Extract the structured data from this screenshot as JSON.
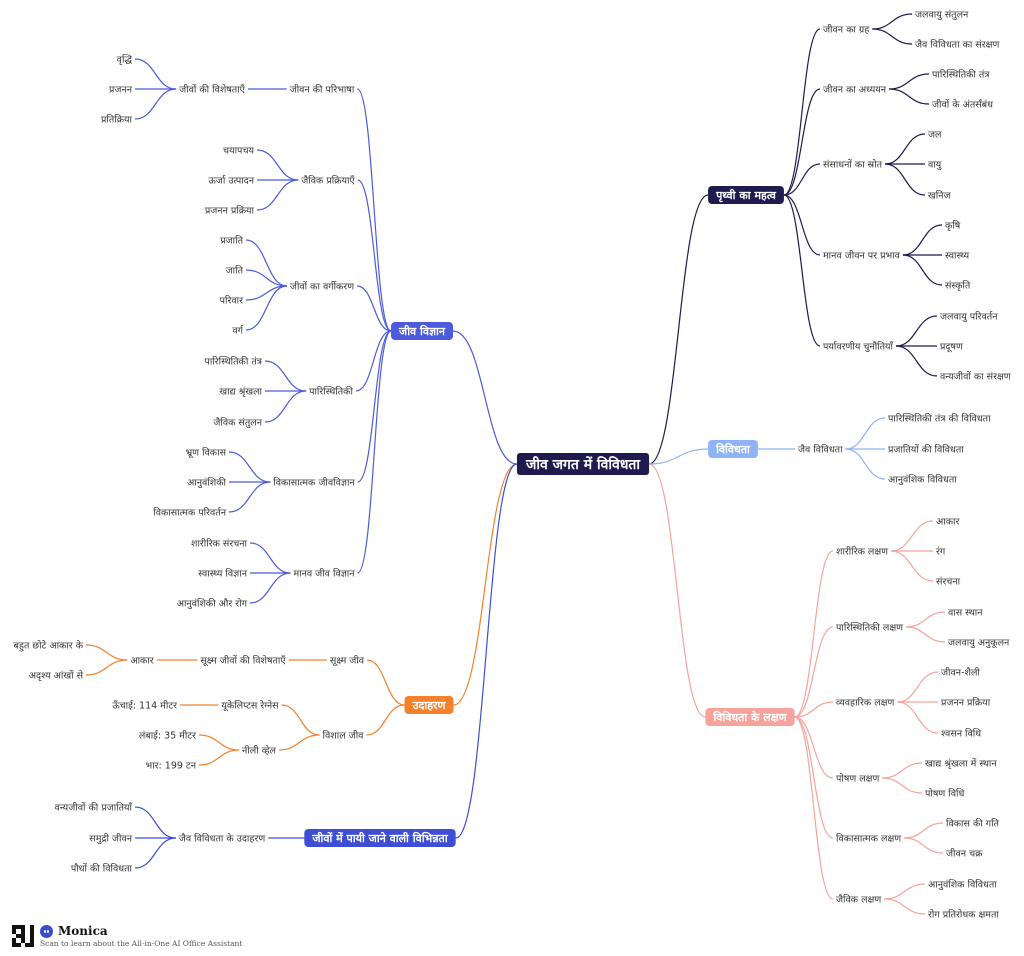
{
  "mindmap": {
    "root": "जीव जगत में विविधता",
    "branches": {
      "jeev_vigyan": {
        "label": "जीव विज्ञान",
        "color": "#4b5bdc",
        "children": {
          "jeevan_paribhasha": "जीवन की परिभाषा",
          "jeevon_visheshtayen": "जीवों की विशेषताएँ",
          "vriddhi": "वृद्धि",
          "prajanan": "प्रजनन",
          "pratikriya": "प्रतिक्रिया",
          "jaivik_prakriyayen": "जैविक प्रक्रियाएँ",
          "chayapachay": "चयापचय",
          "urja_utpadan": "ऊर्जा उत्पादन",
          "prajanan_prakriya": "प्रजनन प्रक्रिया",
          "vargikaran": "जीवों का वर्गीकरण",
          "prajati": "प्रजाति",
          "jati": "जाति",
          "parivar": "परिवार",
          "varg": "वर्ग",
          "paristhitiki": "पारिस्थितिकी",
          "paristhitiki_tantra": "पारिस्थितिकी तंत्र",
          "khadya_shrinkhala": "खाद्य श्रृंखला",
          "jaivik_santulan": "जैविक संतुलन",
          "vikasatmak_jeevvigyan": "विकासात्मक जीवविज्ञान",
          "bhroon_vikas": "भ्रूण विकास",
          "anuvanshiki": "आनुवंशिकी",
          "vikasatmak_parivartan": "विकासात्मक परिवर्तन",
          "manav_jeev_vigyan": "मानव जीव विज्ञान",
          "sharirik_sanrachna": "शारीरिक संरचना",
          "swasthya_vigyan": "स्वास्थ्य विज्ञान",
          "anuvanshiki_rog": "आनुवंशिकी और रोग"
        }
      },
      "udaharan": {
        "label": "उदाहरण",
        "color": "#f5812d",
        "children": {
          "sookshma_jeev": "सूक्ष्म जीव",
          "sookshma_visheshtayen": "सूक्ष्म जीवों की विशेषताएँ",
          "aakar": "आकार",
          "bahut_chhote": "बहुत छोटे आकार के",
          "adrishya": "अदृश्य आंखों से",
          "vishal_jeev": "विशाल जीव",
          "eucalyptus": "यूकेलिप्टस रेग्नेस",
          "oonchai": "ऊँचाई: 114 मीटर",
          "neeli_whale": "नीली व्हेल",
          "lambai": "लंबाई: 35 मीटर",
          "bhar": "भार: 199 टन"
        }
      },
      "vibhinnata": {
        "label": "जीवों में पायी जाने वाली विभिन्नता",
        "color": "#3e4ed4",
        "children": {
          "jaiv_vividhata_udaharan": "जैव विविधता के उदाहरण",
          "vanyajeev_prajatiyan": "वन्यजीवों की प्रजातियाँ",
          "samudri_jeevan": "समुद्री जीवन",
          "paudhon_vividhata": "पौधों की विविधता"
        }
      },
      "prithvi_mahatva": {
        "label": "पृथ्वी का महत्व",
        "color": "#1f1b4e",
        "children": {
          "jeevan_grah": "जीवन का ग्रह",
          "jalvayu_santulan": "जलवायु संतुलन",
          "jaiv_sanrakshan": "जैव विविधता का संरक्षण",
          "jeevan_adhyayan": "जीवन का अध्ययन",
          "paristhitiki_tantra": "पारिस्थितिकी तंत्र",
          "antarbandh": "जीवों के अंतर्संबंध",
          "sansadhan_srot": "संसाधनों का स्रोत",
          "jal": "जल",
          "vayu": "वायु",
          "khanij": "खनिज",
          "manav_prabhav": "मानव जीवन पर प्रभाव",
          "krishi": "कृषि",
          "swasthya": "स्वास्थ्य",
          "sanskriti": "संस्कृति",
          "chunautiyan": "पर्यावरणीय चुनौतियाँ",
          "jalvayu_parivartan": "जलवायु परिवर्तन",
          "pradooshan": "प्रदूषण",
          "vanyajeev_sanrakshan": "वन्यजीवों का संरक्षण"
        }
      },
      "vividhata": {
        "label": "विविधता",
        "color": "#8fb4f5",
        "children": {
          "jaiv_vividhata": "जैव विविधता",
          "tantra_vividhata": "पारिस्थितिकी तंत्र की विविधता",
          "prajatiyon_vividhata": "प्रजातियों की विविधता",
          "anuvanshik_vividhata": "आनुवंशिक विविधता"
        }
      },
      "lakshan": {
        "label": "विविधता के लक्षण",
        "color": "#f6a49b",
        "children": {
          "sharirik_lakshan": "शारीरिक लक्षण",
          "aakar": "आकार",
          "rang": "रंग",
          "sanrachna": "संरचना",
          "paristhitiki_lakshan": "पारिस्थितिकी लक्षण",
          "vas_sthan": "वास स्थान",
          "jalvayu_anukoolan": "जलवायु अनुकूलन",
          "vyavaharik_lakshan": "व्यवहारिक लक्षण",
          "jeevan_shaili": "जीवन-शैली",
          "prajanan_prakriya": "प्रजनन प्रक्रिया",
          "shwasan_vidhi": "श्वसन विधि",
          "poshan_lakshan": "पोषण लक्षण",
          "khadya_sthan": "खाद्य श्रृंखला में स्थान",
          "poshan_vidhi": "पोषण विधि",
          "vikasatmak_lakshan": "विकासात्मक लक्षण",
          "vikas_gati": "विकास की गति",
          "jeevan_chakra": "जीवन चक्र",
          "jaivik_lakshan": "जैविक लक्षण",
          "anuvanshik_vividhata": "आनुवंशिक विविधता",
          "rog_kshamata": "रोग प्रतिरोधक क्षमता"
        }
      }
    }
  },
  "footer": {
    "brand": "Monica",
    "tagline": "Scan to learn about the All-in-One AI Office Assistant"
  }
}
